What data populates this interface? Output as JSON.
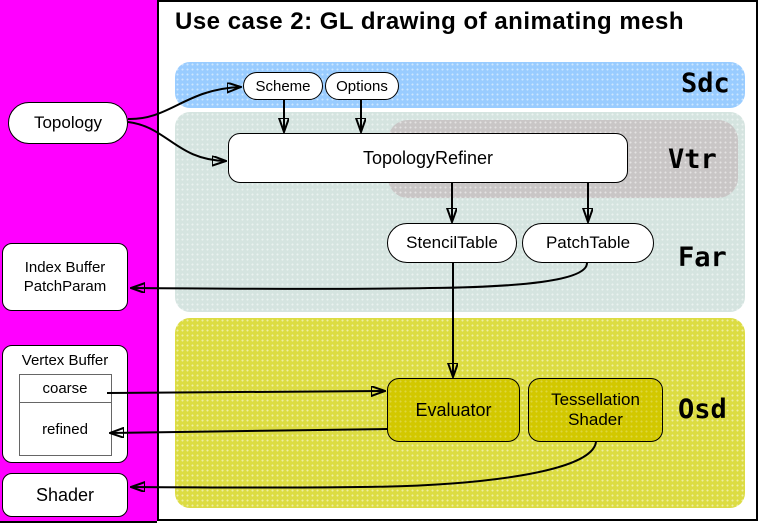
{
  "title": "Use case 2: GL drawing of animating mesh",
  "regions": {
    "sdc": {
      "label": "Sdc",
      "color": "#99ccff"
    },
    "vtr": {
      "label": "Vtr",
      "color": "#c9c6c6"
    },
    "far": {
      "label": "Far",
      "color": "#d5e4e0"
    },
    "osd": {
      "label": "Osd",
      "color": "#dcdc42"
    }
  },
  "colors": {
    "left_strip": "#ff00ff",
    "panel_background": "#ffffff",
    "node_fill": "#ffffff",
    "osd_node_fill": "#d2c800",
    "border": "#000000"
  },
  "nodes": {
    "topology": {
      "label": "Topology"
    },
    "scheme": {
      "label": "Scheme"
    },
    "options": {
      "label": "Options"
    },
    "topology_refiner": {
      "label": "TopologyRefiner"
    },
    "stencil_table": {
      "label": "StencilTable"
    },
    "patch_table": {
      "label": "PatchTable"
    },
    "evaluator": {
      "label": "Evaluator"
    },
    "tessellation_shader": {
      "lines": [
        "Tessellation",
        "Shader"
      ]
    },
    "index_buffer": {
      "lines": [
        "Index Buffer",
        "PatchParam"
      ]
    },
    "vertex_buffer": {
      "label": "Vertex Buffer",
      "cells": [
        "coarse",
        "refined"
      ]
    },
    "shader": {
      "label": "Shader"
    }
  }
}
